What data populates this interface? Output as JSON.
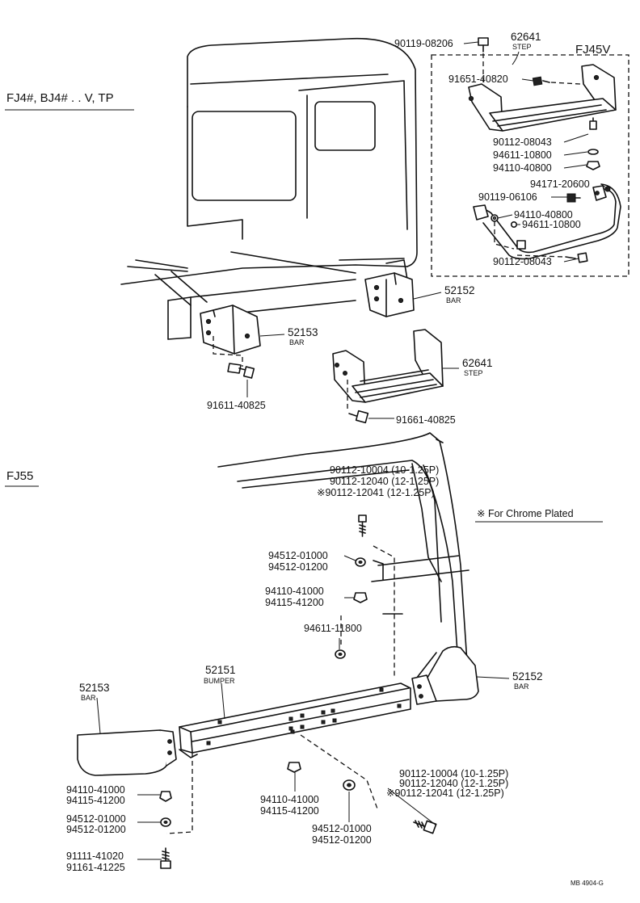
{
  "sections": {
    "top": "FJ4#, BJ4# . . V, TP",
    "bottom": "FJ55",
    "box": "FJ45V"
  },
  "chrome_note": "※ For Chrome Plated",
  "footer_code": "MB  4904-G",
  "callouts": {
    "step_top_num": "62641",
    "step_top_sub": "STEP",
    "bolt_a": "90119-08206",
    "bolt_b": "91651-40820",
    "bolt_c": "90112-08043",
    "washer_a": "94611-10800",
    "nut_a": "94110-40800",
    "bracket": "94171-20600",
    "bolt_d": "90119-06106",
    "nut_b": "94110-40800",
    "washer_b": "94611-10800",
    "bolt_e": "90112-08043",
    "bar_right_num": "52152",
    "bar_right_sub": "BAR",
    "bar_left_num": "52153",
    "bar_left_sub": "BAR",
    "step_mid_num": "62641",
    "step_mid_sub": "STEP",
    "bolt_f": "91611-40825",
    "bolt_g": "91661-40825",
    "fj55_bolt_1": "90112-10004 (10-1.25P)",
    "fj55_bolt_2": "90112-12040 (12-1.25P)",
    "fj55_bolt_3": "※90112-12041 (12-1.25P)",
    "fj55_lw_1": "94512-01000",
    "fj55_lw_2": "94512-01200",
    "fj55_nut_1": "94110-41000",
    "fj55_nut_2": "94115-41200",
    "fj55_washer": "94611-11800",
    "bumper_num": "52151",
    "bumper_sub": "BUMPER",
    "bar3_num": "52153",
    "bar3_sub": "BAR",
    "bar4_num": "52152",
    "bar4_sub": "BAR",
    "lower_bolt_1": "90112-10004 (10-1.25P)",
    "lower_bolt_2": "90112-12040 (12-1.25P)",
    "lower_bolt_3": "※90112-12041 (12-1.25P)",
    "lower_nut_1": "94110-41000",
    "lower_nut_2": "94115-41200",
    "lower_lw_1": "94512-01000",
    "lower_lw_2": "94512-01200",
    "left_nut_1": "94110-41000",
    "left_nut_2": "94115-41200",
    "left_lw_1": "94512-01000",
    "left_lw_2": "94512-01200",
    "left_bolt_1": "91111-41020",
    "left_bolt_2": "91161-41225"
  }
}
